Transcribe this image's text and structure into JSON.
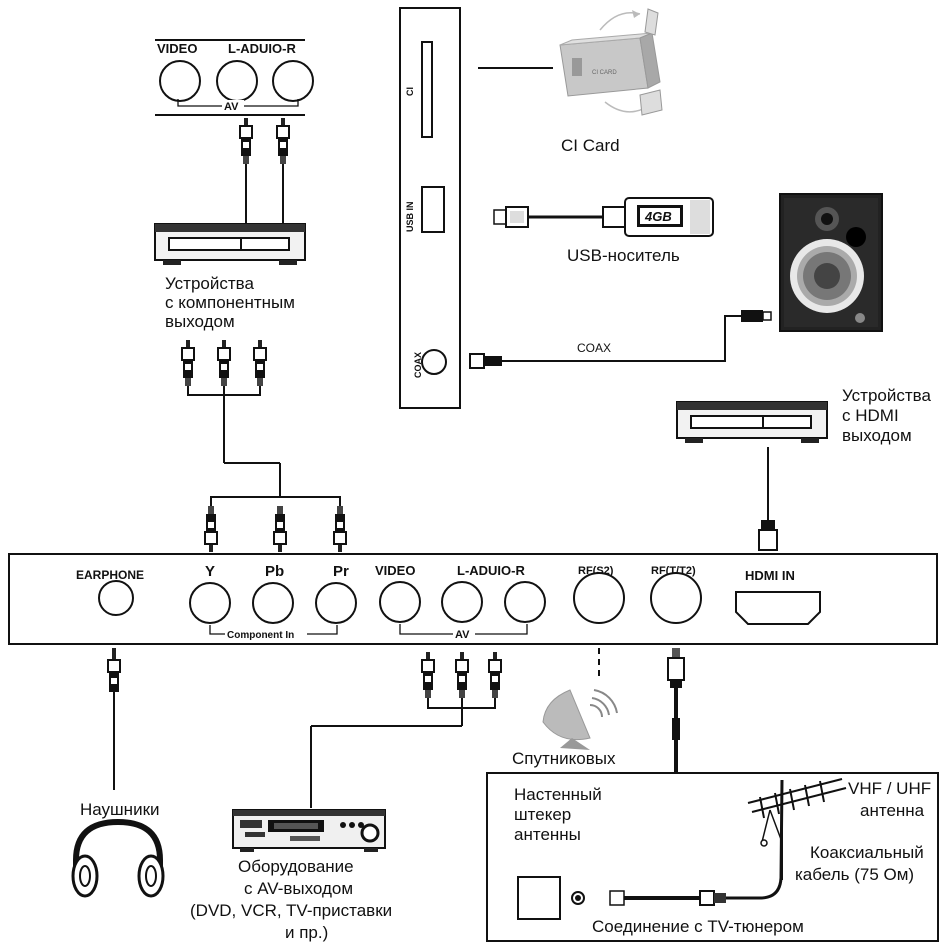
{
  "top_av": {
    "video": "VIDEO",
    "laudio": "L-ADUIO-R",
    "av": "AV"
  },
  "side_panel": {
    "ci": "CI",
    "usb": "USB IN",
    "coax": "COAX"
  },
  "labels": {
    "ci_card": "CI Card",
    "ci_card_text": "CI CARD",
    "usb_storage": "USB-носитель",
    "usb_capacity": "4GB",
    "coax_cable": "COAX",
    "component_device": [
      "Устройства",
      "с компонентным",
      "выходом"
    ],
    "hdmi_device": [
      "Устройства",
      "с HDMI",
      "выходом"
    ],
    "headphones": "Наушники",
    "av_equipment": [
      "Оборудование",
      "с AV-выходом",
      "(DVD, VCR, TV-приставки",
      "и пр.)"
    ],
    "satellite": "Спутниковых",
    "wall_socket": [
      "Настенный",
      "штекер",
      "антенны"
    ],
    "antenna": [
      "VHF / UHF",
      "антенна"
    ],
    "coax_cable_desc": [
      "Коаксиальный",
      "кабель (75 Ом)"
    ],
    "tuner_connection": "Соединение с TV-тюнером"
  },
  "main_panel": {
    "earphone": "EARPHONE",
    "y": "Y",
    "pb": "Pb",
    "pr": "Pr",
    "component_in": "Component In",
    "video": "VIDEO",
    "laudio": "L-ADUIO-R",
    "av": "AV",
    "rf_s2": "RF(S2)",
    "rf_t": "RF(T/T2)",
    "hdmi_in": "HDMI  IN"
  }
}
